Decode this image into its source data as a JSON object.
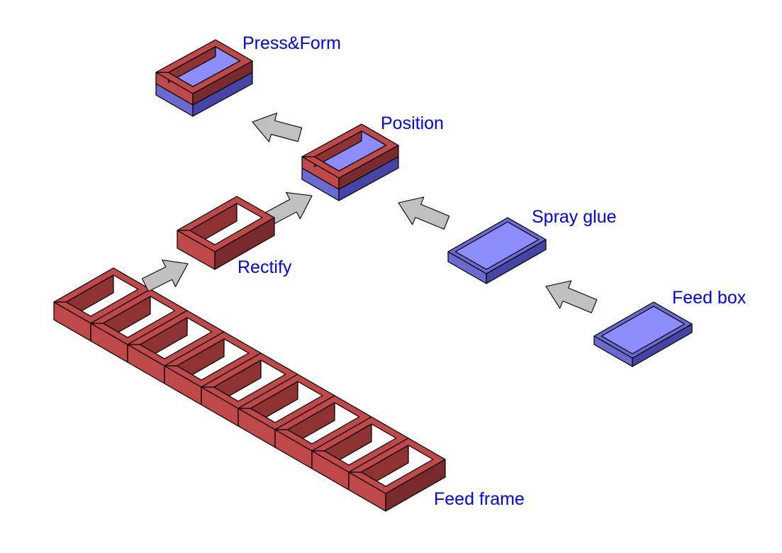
{
  "colors": {
    "frame_top": "#bf4848",
    "frame_side": "#782a2c",
    "frame_inner": "#8f3234",
    "box_top": "#6a6ad0",
    "box_side": "#4545a6",
    "box_floor": "#8c8cfa",
    "arrow_fill": "#c0c0c0",
    "label": "#0000ff",
    "background": "#ffffff"
  },
  "labels": {
    "press_form": "Press&Form",
    "position": "Position",
    "spray_glue": "Spray glue",
    "rectify": "Rectify",
    "feed_box": "Feed box",
    "feed_frame": "Feed frame"
  },
  "diagram": {
    "feed_frame_cells": 9,
    "arrows": [
      "feed-frame-to-rectify",
      "rectify-to-position",
      "position-to-press-form",
      "spray-glue-to-position",
      "feed-box-to-spray-glue"
    ]
  }
}
